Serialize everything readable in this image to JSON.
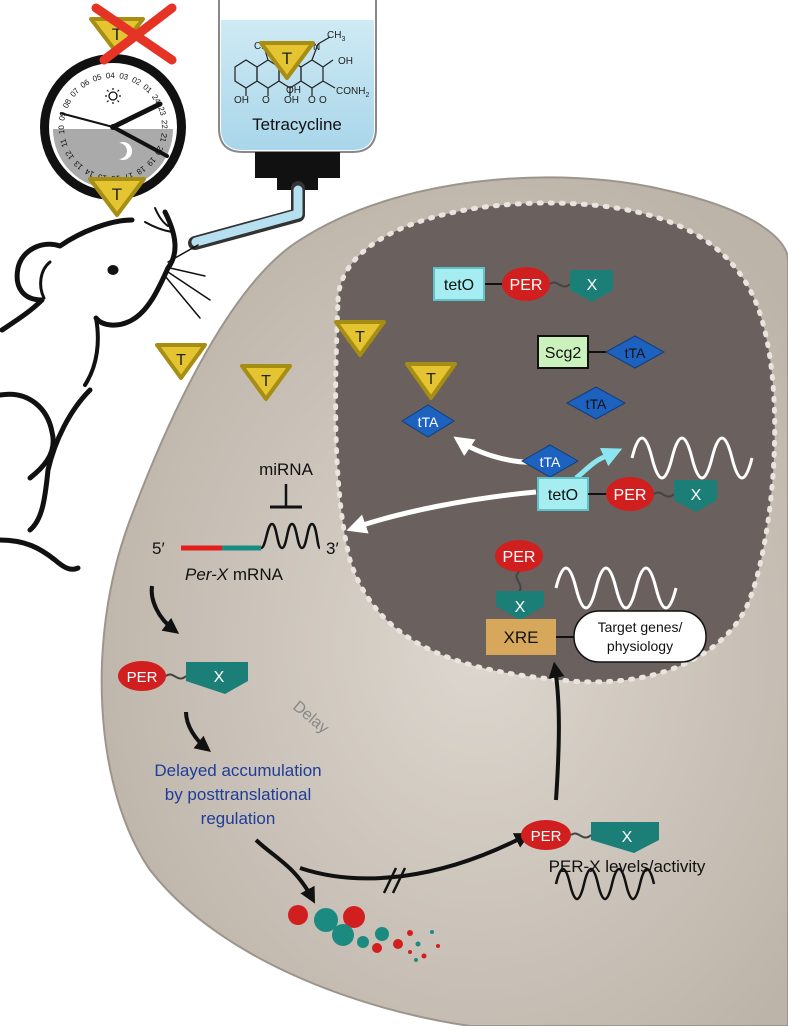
{
  "clock": {
    "hours": [
      "09",
      "08",
      "07",
      "06",
      "05",
      "04",
      "03",
      "02",
      "01",
      "24",
      "23",
      "22",
      "21",
      "20",
      "19",
      "18",
      "17",
      "16",
      "15",
      "14",
      "13",
      "12",
      "11",
      "10"
    ]
  },
  "tetracycline": {
    "label": "Tetracycline",
    "chem": {
      "cl": "Cl",
      "ch3": "CH",
      "three": "3",
      "oh1": "OH",
      "oh2": "OH",
      "oh3": "OH",
      "oh4": "OH",
      "o1": "O",
      "o2": "O",
      "o3": "O",
      "conh2": "CONH",
      "two": "2",
      "n": "N"
    }
  },
  "drug_symbol": "T",
  "nucleus": {
    "construct1": {
      "promoter": "tetO",
      "protein": "PER",
      "tag": "X"
    },
    "scg2": {
      "promoter": "Scg2",
      "factor": "tTA"
    },
    "free_tta": "tTA",
    "bound_tta": "tTA",
    "construct2": {
      "factor": "tTA",
      "promoter": "tetO",
      "protein": "PER",
      "tag": "X"
    },
    "xre_complex": {
      "protein": "PER",
      "tag": "X",
      "element": "XRE",
      "target": "Target genes/ physiology",
      "target_line1": "Target genes/",
      "target_line2": "physiology"
    }
  },
  "cytoplasm": {
    "mirna": "miRNA",
    "five_prime": "5′",
    "three_prime": "3′",
    "mrna_italic": "Per-X",
    "mrna_plain": " mRNA",
    "protein": "PER",
    "tag": "X",
    "delay": "Delay",
    "accumulation": [
      "Delayed accumulation",
      "by posttranslational",
      "regulation"
    ],
    "levels_protein": "PER",
    "levels_tag": "X",
    "levels_label": "PER-X levels/activity"
  },
  "colors": {
    "cell": "#cec7bd",
    "nucleus": "#6a605d",
    "drug_fill": "#e5c431",
    "drug_stroke": "#a68d14",
    "tta": "#1e62c0",
    "per": "#d11f1f",
    "tag": "#1b7f78",
    "teto": "#a5edf0",
    "scg2": "#cbf2bc",
    "xre": "#d7a85c",
    "accumulation_text": "#1f3c99",
    "arrow_cyan": "#8ce6ef"
  }
}
